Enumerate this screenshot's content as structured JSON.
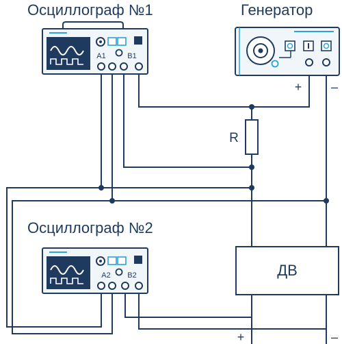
{
  "titles": {
    "osc1": "Осциллограф №1",
    "gen": "Генератор",
    "osc2": "Осциллограф №2"
  },
  "labels": {
    "resistor": "R",
    "motor": "ДВ",
    "gen_plus": "+",
    "gen_minus": "–",
    "bottom_plus": "+",
    "bottom_minus": "–"
  },
  "osc1_ports": {
    "a": "A1",
    "b": "B1"
  },
  "osc2_ports": {
    "a": "A2",
    "b": "B2"
  },
  "colors": {
    "wire": "#1e3a5f",
    "panel": "#f1f6fa",
    "accent": "#2aa3d6",
    "screen": "#1e3a5f"
  }
}
